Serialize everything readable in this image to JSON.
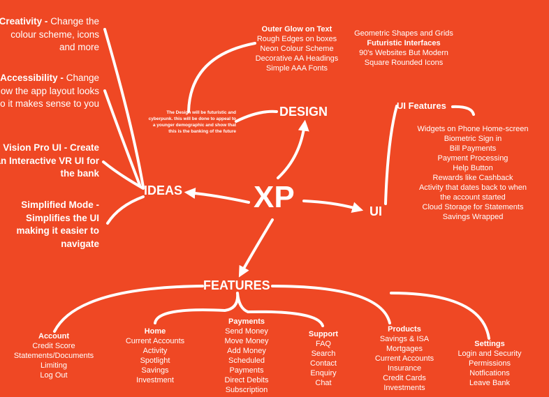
{
  "background_color": "#EF4824",
  "center": "XP",
  "nodes": {
    "ideas": "IDEAS",
    "design": "DESIGN",
    "ui": "UI",
    "features": "FEATURES"
  },
  "ideas": [
    {
      "title": "Creativity -",
      "body": "Change the colour scheme, icons and more",
      "title_bold": false
    },
    {
      "title": "Accessibility -",
      "body": "Change how the app layout looks so it makes sense to you",
      "title_bold": true
    },
    {
      "title": "Vision Pro UI -",
      "body": "Create an Interactive VR UI for the bank",
      "title_bold": true
    },
    {
      "title": "Simplified Mode -",
      "body": "Simplifies the UI making it easier to navigate",
      "title_bold": true
    }
  ],
  "design": {
    "note": "The Design will be futuristic and cyberpunk. this will be done to appeal to a younger demographic and show that this is the banking of the future",
    "list1": {
      "title": "Outer Glow on Text",
      "items": [
        "Rough Edges on boxes",
        "Neon Colour Scheme",
        "Decorative AA Headings",
        "Simple AAA Fonts"
      ]
    },
    "list2": {
      "lead": "Geometric Shapes and Grids",
      "title": "Futuristic Interfaces",
      "items": [
        "90's Websites But Modern",
        "Square Rounded Icons"
      ]
    }
  },
  "ui_features": {
    "title": "UI Features",
    "items": [
      "Widgets on Phone Home-screen",
      "Biometric Sign in",
      "Bill Payments",
      "Payment Processing",
      "Help Button",
      "Rewards like Cashback",
      "Activity that dates back to when",
      "the account started",
      "Cloud Storage for Statements",
      "Savings Wrapped"
    ]
  },
  "features": [
    {
      "title": "Account",
      "items": [
        "Credit Score",
        "Statements/Documents",
        "Limiting",
        "Log Out"
      ]
    },
    {
      "title": "Home",
      "items": [
        "Current Accounts",
        "Activity",
        "Spotlight",
        "Savings",
        "Investment"
      ]
    },
    {
      "title": "Payments",
      "items": [
        "Send Money",
        "Move Money",
        "Add Money",
        "Scheduled",
        "Payments",
        "Direct Debits",
        "Subscription"
      ]
    },
    {
      "title": "Support",
      "items": [
        "FAQ",
        "Search",
        "Contact",
        "Enquiry",
        "Chat"
      ]
    },
    {
      "title": "Products",
      "items": [
        "Savings & ISA",
        "Mortgages",
        "Current Accounts",
        "Insurance",
        "Credit Cards",
        "Investments"
      ]
    },
    {
      "title": "Settings",
      "items": [
        "Login and Security",
        "Permissions",
        "Notfications",
        "Leave Bank"
      ]
    }
  ]
}
